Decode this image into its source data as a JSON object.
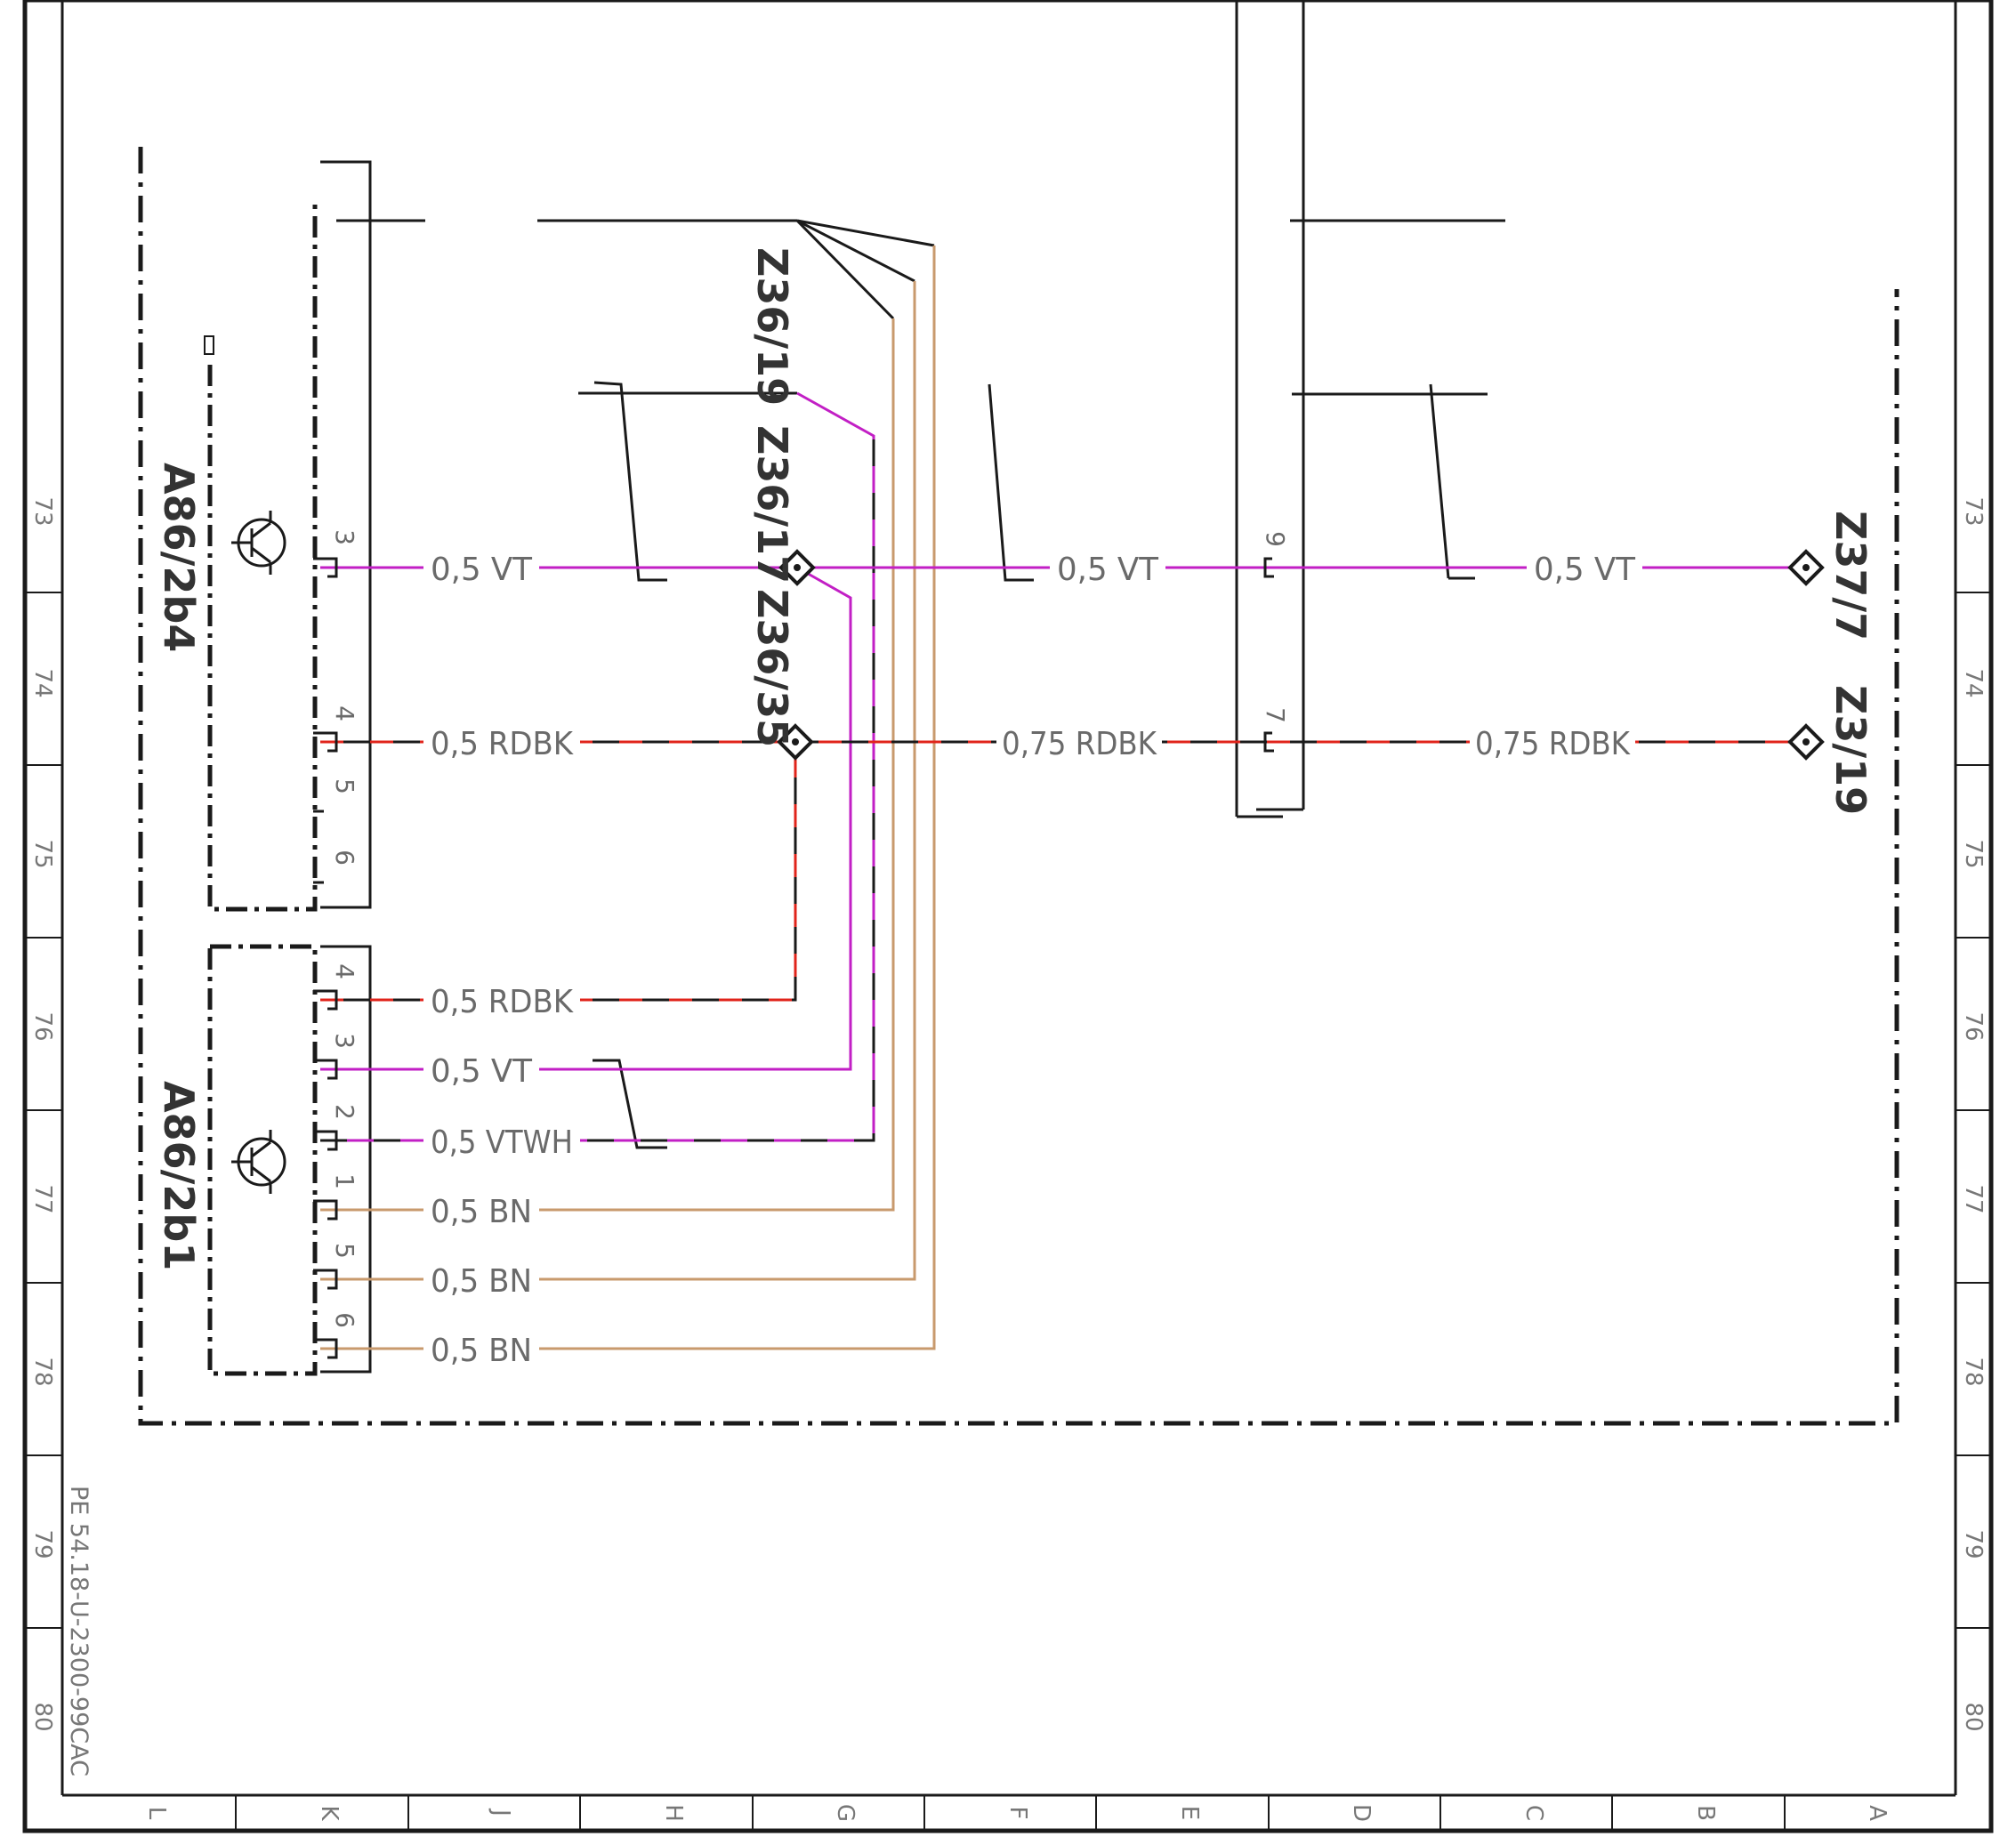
{
  "drawing": {
    "doc_code": "PE 54.18-U-2300-99CAC",
    "row_labels": [
      "73",
      "74",
      "75",
      "76",
      "77",
      "78",
      "79",
      "80"
    ],
    "col_labels": [
      "L",
      "K",
      "J",
      "H",
      "G",
      "F",
      "E",
      "D",
      "C",
      "B",
      "A"
    ]
  },
  "components": {
    "upper_module": "A86/2b4",
    "lower_module": "A86/2b1",
    "splice_1": "Z36/19",
    "splice_2": "Z36/17",
    "splice_3": "Z36/35",
    "splice_4": "Z37/7",
    "splice_5": "Z3/19"
  },
  "pins": {
    "u3": "3",
    "u4": "4",
    "u5": "5",
    "u6": "6",
    "l4": "4",
    "l3": "3",
    "l2": "2",
    "l1": "1",
    "l5": "5",
    "l6": "6",
    "c9": "9",
    "c7": "7"
  },
  "wires": {
    "w_u3": "0,5  VT",
    "w_u4": "0,5  RDBK",
    "w_mid_vt": "0,5  VT",
    "w_mid_rdbk": "0,75  RDBK",
    "w_right_vt": "0,5  VT",
    "w_right_rdbk": "0,75  RDBK",
    "w_l4": "0,5  RDBK",
    "w_l3": "0,5  VT",
    "w_l2": "0,5  VTWH",
    "w_l1": "0,5  BN",
    "w_l5": "0,5  BN",
    "w_l6": "0,5  BN"
  },
  "colors": {
    "violet": "#c21fc5",
    "red": "#e0241b",
    "black": "#1a1a1a",
    "brown": "#c89a6d",
    "frame": "#1a1a1a"
  }
}
